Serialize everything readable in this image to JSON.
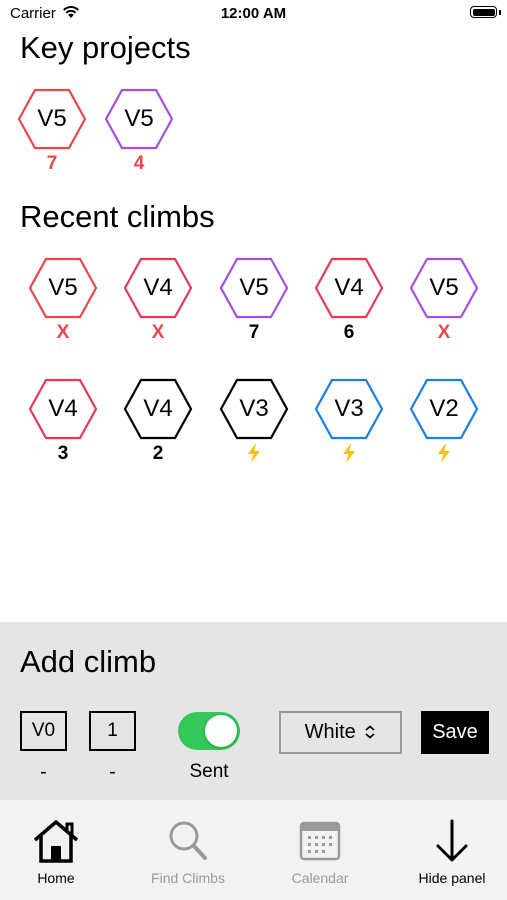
{
  "status_bar": {
    "carrier": "Carrier",
    "time": "12:00 AM"
  },
  "key_projects": {
    "title": "Key projects",
    "items": [
      {
        "grade": "V5",
        "value": "7",
        "color": "#e8474b",
        "value_color": "#e8474b"
      },
      {
        "grade": "V5",
        "value": "4",
        "color": "#a64ee0",
        "value_color": "#e8474b"
      }
    ]
  },
  "recent_climbs": {
    "title": "Recent climbs",
    "items": [
      {
        "grade": "V5",
        "result": "X",
        "color": "#e8474b",
        "result_color": "#e8474b",
        "icon": ""
      },
      {
        "grade": "V4",
        "result": "X",
        "color": "#e53a55",
        "result_color": "#e8474b",
        "icon": ""
      },
      {
        "grade": "V5",
        "result": "7",
        "color": "#a64ee0",
        "result_color": "#000000",
        "icon": ""
      },
      {
        "grade": "V4",
        "result": "6",
        "color": "#e53a55",
        "result_color": "#000000",
        "icon": ""
      },
      {
        "grade": "V5",
        "result": "X",
        "color": "#a64ee0",
        "result_color": "#e8474b",
        "icon": ""
      },
      {
        "grade": "V4",
        "result": "3",
        "color": "#e53a55",
        "result_color": "#000000",
        "icon": ""
      },
      {
        "grade": "V4",
        "result": "2",
        "color": "#000000",
        "result_color": "#000000",
        "icon": ""
      },
      {
        "grade": "V3",
        "result": "",
        "color": "#000000",
        "result_color": "#f5c400",
        "icon": "lightning-icon"
      },
      {
        "grade": "V3",
        "result": "",
        "color": "#1a7ee6",
        "result_color": "#f5c400",
        "icon": "lightning-icon"
      },
      {
        "grade": "V2",
        "result": "",
        "color": "#1a7ee6",
        "result_color": "#f5c400",
        "icon": "lightning-icon"
      }
    ]
  },
  "add_climb": {
    "title": "Add climb",
    "grade_value": "V0",
    "attempts_value": "1",
    "grade_sub": "-",
    "attempts_sub": "-",
    "sent_label": "Sent",
    "sent_on": true,
    "color_select": "White",
    "save_label": "Save",
    "toggle_color": "#34c759"
  },
  "tab_bar": {
    "items": [
      {
        "label": "Home",
        "icon": "house-icon",
        "active": true
      },
      {
        "label": "Find Climbs",
        "icon": "magnifier-icon",
        "active": false
      },
      {
        "label": "Calendar",
        "icon": "calendar-icon",
        "active": false
      },
      {
        "label": "Hide panel",
        "icon": "arrow-down-icon",
        "active": true
      }
    ]
  }
}
